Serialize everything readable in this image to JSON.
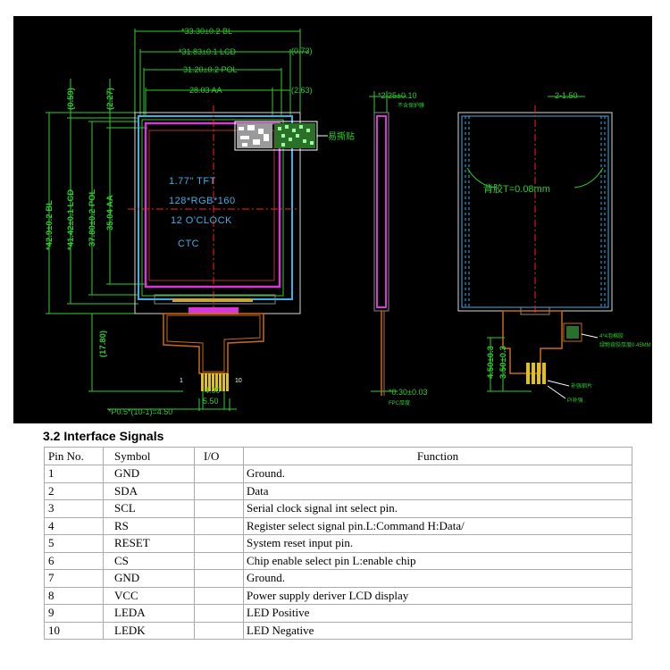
{
  "drawing": {
    "dims_top": {
      "bl": "*33.30±0.2 BL",
      "lcd": "*31.83±0.1 LCD",
      "lcd_offset": "(0.73)",
      "pol": "31.20±0.2 POL",
      "aa": "28.03 AA",
      "aa_offset": "(2.63)"
    },
    "dims_left": {
      "top_offset": "(0.59)",
      "aa_offset": "(2.27)",
      "bl": "*42.9±0.2 BL",
      "lcd": "*41.42±0.1 LCD",
      "pol": "37.80±0.2 POL",
      "aa": "35.04 AA",
      "fpc_len": "(17.80)"
    },
    "screen_text": {
      "line1": "1.77\" TFT",
      "line2": "128*RGB*160",
      "line3": "12 O'CLOCK",
      "line4": "CTC"
    },
    "label_sticker": "易撕贴",
    "fpc_bottom": {
      "pitch": "*P0.5*(10-1)=4.50",
      "width_a": "4.00",
      "width_b": "5.50",
      "pin1": "1",
      "pin10": "10"
    },
    "side_view": {
      "thickness": "*2.25±0.10",
      "thickness_note": "不含保护膜",
      "fpc_thk": "*0.30±0.03",
      "fpc_note": "FPC厚度"
    },
    "back_view": {
      "corner": "2-1.50",
      "tape_note": "背胶T=0.08mm",
      "dim_a": "4.50±0.3",
      "dim_b": "3.50±0.3",
      "note_a": "4*4泡棉胶",
      "note_b": "绿物背胶厚度0.45MM",
      "note_c": "补强钢片",
      "note_d": "PI补强"
    }
  },
  "section": {
    "title": "3.2 Interface Signals"
  },
  "table": {
    "headers": {
      "pin": "Pin No.",
      "symbol": "Symbol",
      "io": "I/O",
      "function": "Function"
    },
    "rows": [
      {
        "pin": "1",
        "symbol": "GND",
        "io": "",
        "function": "Ground."
      },
      {
        "pin": "2",
        "symbol": "SDA",
        "io": "",
        "function": "Data"
      },
      {
        "pin": "3",
        "symbol": "SCL",
        "io": "",
        "function": "Serial clock signal int select pin."
      },
      {
        "pin": "4",
        "symbol": "RS",
        "io": "",
        "function": "Register select signal pin.L:Command H:Data/"
      },
      {
        "pin": "5",
        "symbol": "RESET",
        "io": "",
        "function": "System reset input pin."
      },
      {
        "pin": "6",
        "symbol": "CS",
        "io": "",
        "function": "Chip enable select pin L:enable chip"
      },
      {
        "pin": "7",
        "symbol": "GND",
        "io": "",
        "function": "Ground."
      },
      {
        "pin": "8",
        "symbol": "VCC",
        "io": "",
        "function": "Power supply deriver LCD display"
      },
      {
        "pin": "9",
        "symbol": "LEDA",
        "io": "",
        "function": "LED Positive"
      },
      {
        "pin": "10",
        "symbol": "LEDK",
        "io": "",
        "function": "LED Negative"
      }
    ]
  }
}
